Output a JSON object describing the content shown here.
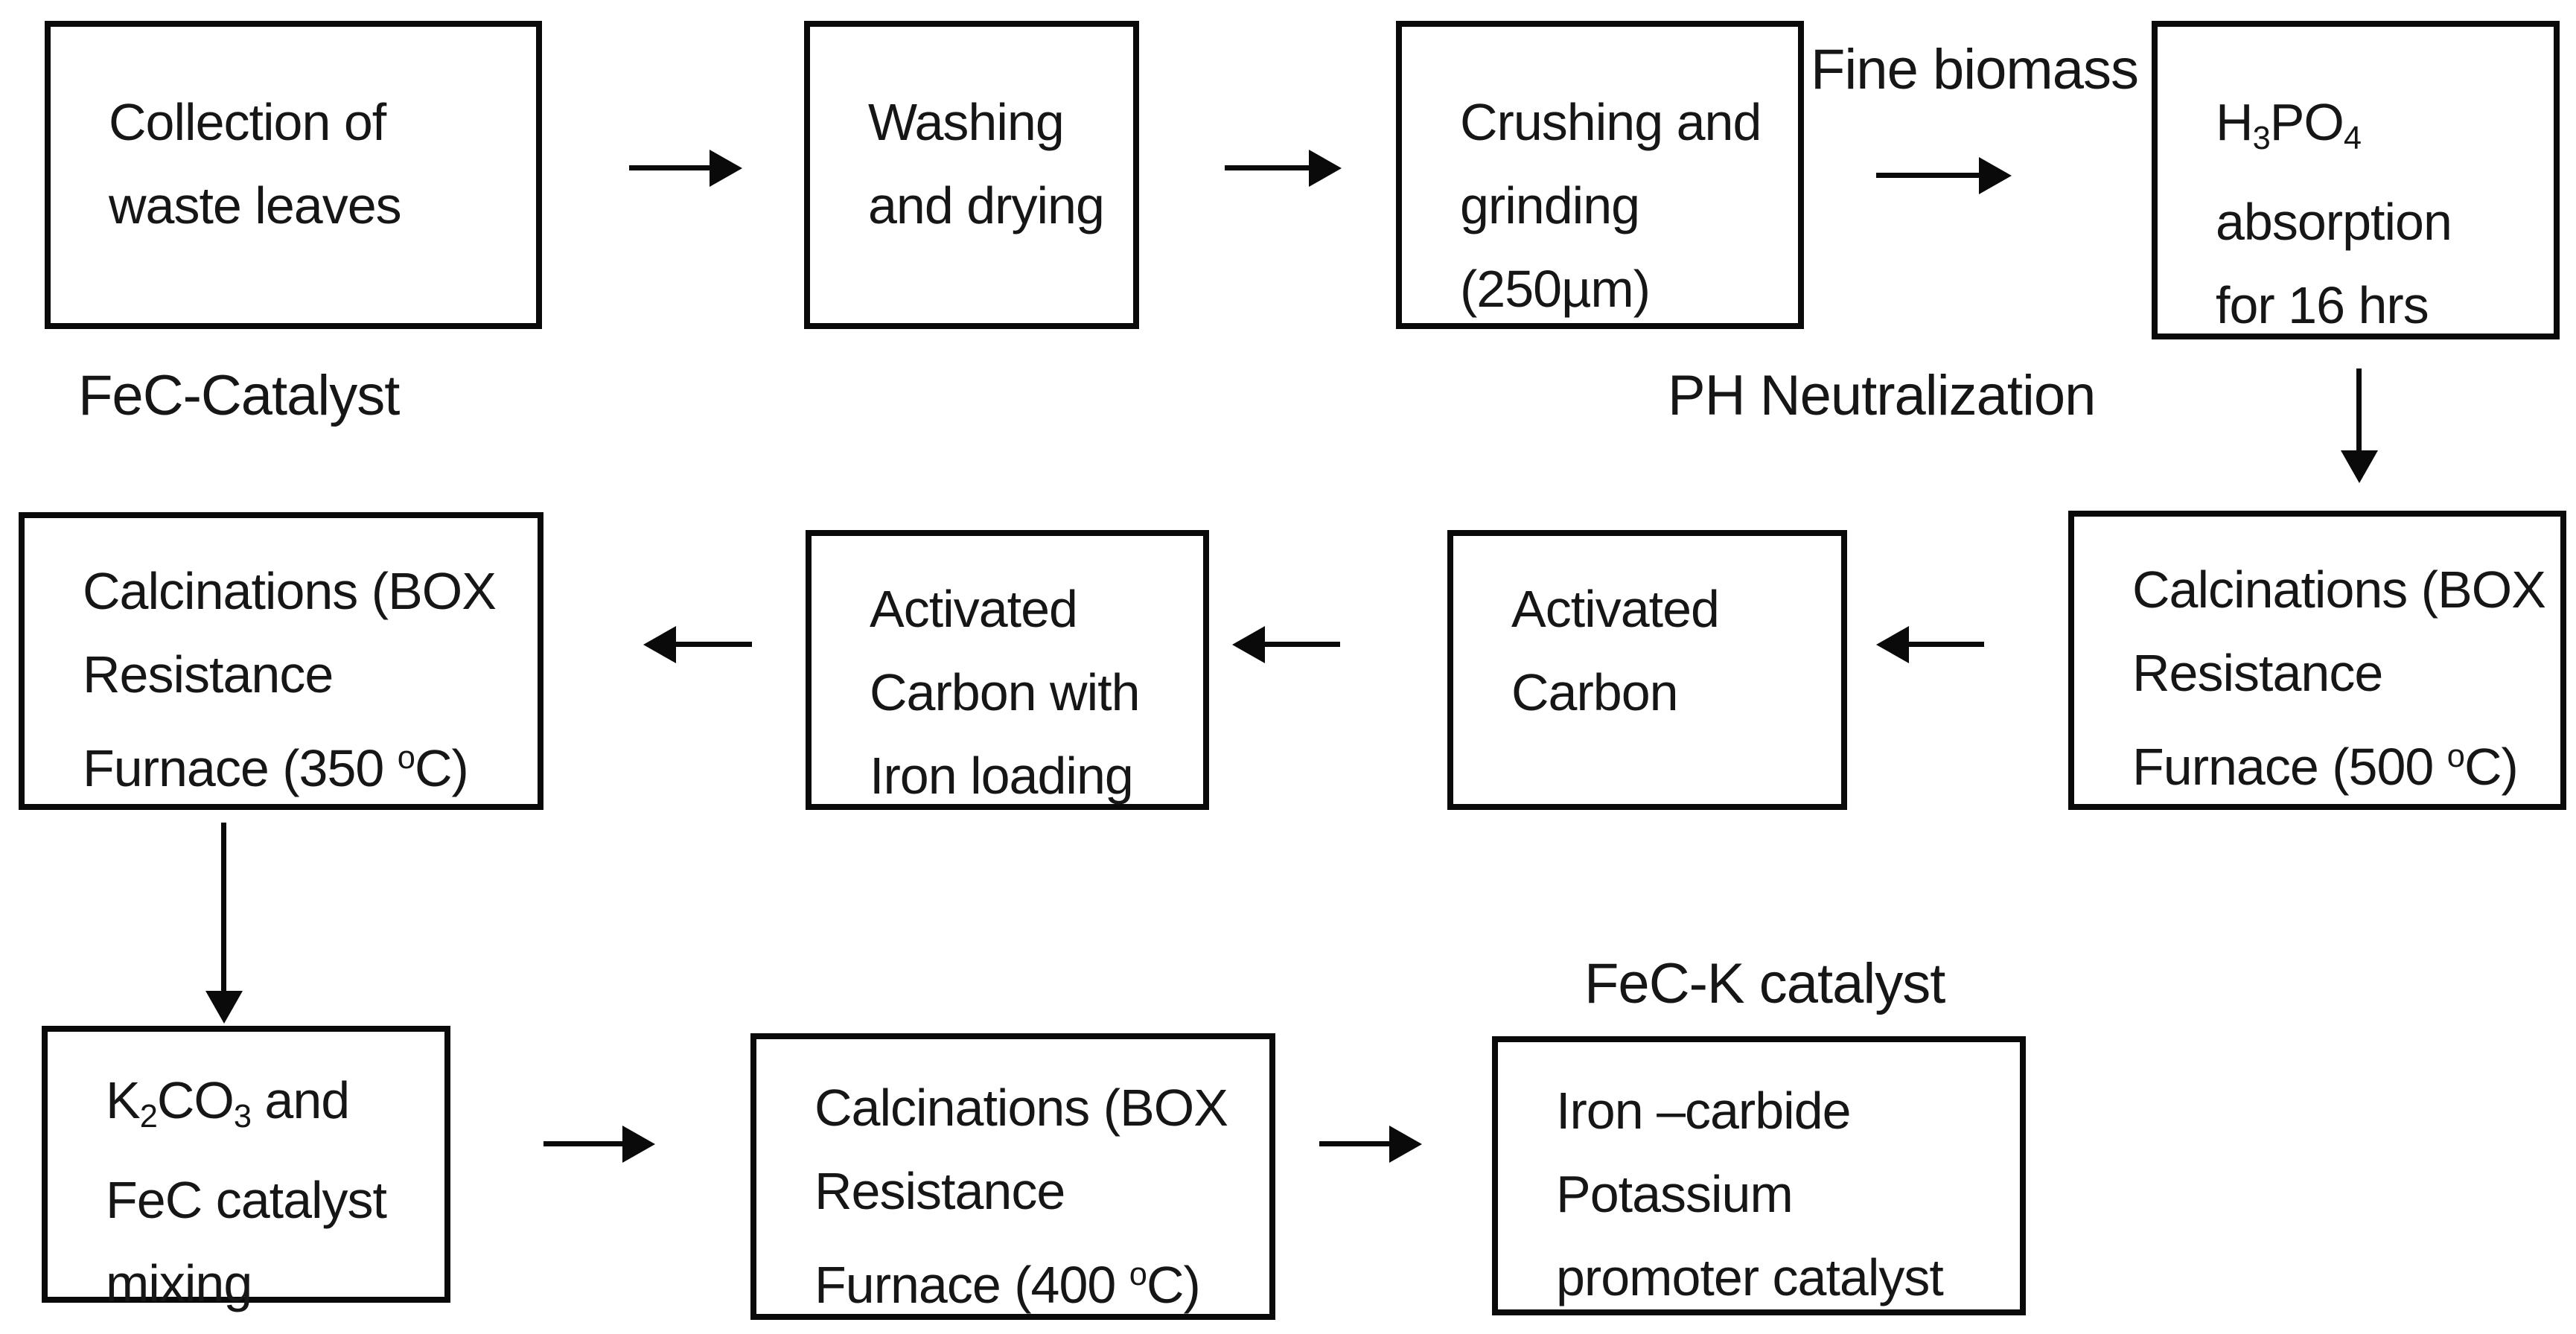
{
  "diagram": {
    "title_semantic": "FeC-K catalyst preparation flowchart",
    "background_color": "#ffffff",
    "line_color": "#0a0a0a",
    "text_color": "#161616"
  },
  "boxes": {
    "collection": {
      "name": "Collection of waste leaves",
      "lines": [
        [
          {
            "t": "Collection of"
          }
        ],
        [
          {
            "t": "waste leaves"
          }
        ]
      ]
    },
    "washing": {
      "name": "Washing and drying",
      "lines": [
        [
          {
            "t": "Washing"
          }
        ],
        [
          {
            "t": "and drying"
          }
        ]
      ]
    },
    "crushing": {
      "name": "Crushing and grinding (250µm)",
      "lines": [
        [
          {
            "t": "Crushing and"
          }
        ],
        [
          {
            "t": "grinding"
          }
        ],
        [
          {
            "t": "(250µm)"
          }
        ]
      ]
    },
    "h3po4": {
      "name": "H3PO4 absorption for 16 hrs",
      "lines": [
        [
          {
            "t": "H"
          },
          {
            "t": "3",
            "v": "sub"
          },
          {
            "t": "PO"
          },
          {
            "t": "4",
            "v": "sub"
          }
        ],
        [
          {
            "t": "absorption"
          }
        ],
        [
          {
            "t": "for 16 hrs"
          }
        ]
      ]
    },
    "calc500": {
      "name": "Calcinations (BOX Resistance Furnace (500 oC)",
      "lines": [
        [
          {
            "t": "Calcinations (BOX"
          }
        ],
        [
          {
            "t": "Resistance"
          }
        ],
        [
          {
            "t": "Furnace (500 "
          },
          {
            "t": "o",
            "v": "sup"
          },
          {
            "t": "C)"
          }
        ]
      ]
    },
    "activated_carbon": {
      "name": "Activated Carbon",
      "lines": [
        [
          {
            "t": "Activated"
          }
        ],
        [
          {
            "t": "Carbon"
          }
        ]
      ]
    },
    "iron_loading": {
      "name": "Activated Carbon with Iron loading",
      "lines": [
        [
          {
            "t": "Activated"
          }
        ],
        [
          {
            "t": "Carbon with"
          }
        ],
        [
          {
            "t": "Iron loading"
          }
        ]
      ]
    },
    "calc350": {
      "name": "Calcinations (BOX Resistance Furnace (350 oC)",
      "lines": [
        [
          {
            "t": "Calcinations (BOX"
          }
        ],
        [
          {
            "t": "Resistance"
          }
        ],
        [
          {
            "t": "Furnace (350 "
          },
          {
            "t": "o",
            "v": "sup"
          },
          {
            "t": "C)"
          }
        ]
      ]
    },
    "k2co3": {
      "name": "K2CO3 and FeC catalyst mixing",
      "lines": [
        [
          {
            "t": "K"
          },
          {
            "t": "2",
            "v": "sub"
          },
          {
            "t": "CO"
          },
          {
            "t": "3",
            "v": "sub"
          },
          {
            "t": " and"
          }
        ],
        [
          {
            "t": "FeC catalyst"
          }
        ],
        [
          {
            "t": "mixing"
          }
        ]
      ]
    },
    "calc400": {
      "name": "Calcinations (BOX Resistance Furnace (400 oC)",
      "lines": [
        [
          {
            "t": "Calcinations (BOX"
          }
        ],
        [
          {
            "t": "Resistance"
          }
        ],
        [
          {
            "t": "Furnace (400 "
          },
          {
            "t": "o",
            "v": "sup"
          },
          {
            "t": "C)"
          }
        ]
      ]
    },
    "iron_carbide": {
      "name": "Iron –carbide Potassium promoter catalyst",
      "lines": [
        [
          {
            "t": "Iron –carbide"
          }
        ],
        [
          {
            "t": "Potassium"
          }
        ],
        [
          {
            "t": "promoter catalyst"
          }
        ]
      ]
    }
  },
  "labels": {
    "fine_biomass": "Fine biomass",
    "fec_catalyst": "FeC-Catalyst",
    "ph_neutralization": "PH Neutralization",
    "fec_k_catalyst": "FeC-K catalyst"
  }
}
